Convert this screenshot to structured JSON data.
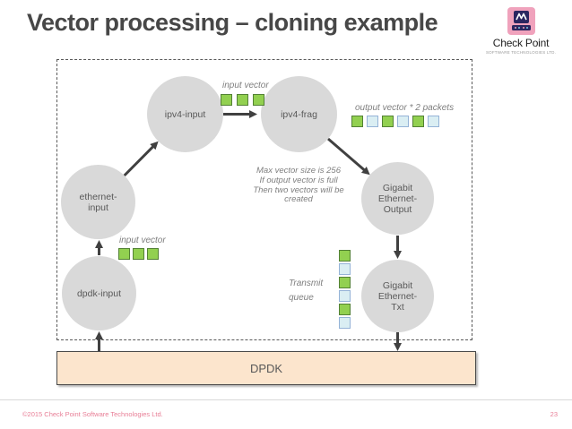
{
  "slide": {
    "title": "Vector processing – cloning example",
    "footer_text": "©2015 Check Point Software Technologies Ltd.",
    "page_number": "23"
  },
  "logo": {
    "brand": "Check Point",
    "tagline": "SOFTWARE TECHNOLOGIES LTD."
  },
  "diagram": {
    "dpdk_label": "DPDK",
    "annotation": "Max vector size is 256\nIf output vector is full\nThen two vectors will be\ncreated",
    "nodes": [
      {
        "id": "ipv4-input",
        "label": "ipv4-input"
      },
      {
        "id": "ipv4-frag",
        "label": "ipv4-frag"
      },
      {
        "id": "ethernet-input",
        "label": "ethernet-\ninput"
      },
      {
        "id": "dpdk-input",
        "label": "dpdk-input"
      },
      {
        "id": "gigabit-ethernet-output",
        "label": "Gigabit\nEthernet-\nOutput"
      },
      {
        "id": "gigabit-ethernet-txt",
        "label": "Gigabit\nEthernet-\nTxt"
      }
    ],
    "vectors": {
      "top_input": {
        "label": "input vector",
        "cells": [
          "green",
          "green",
          "green"
        ]
      },
      "output": {
        "label": "output vector * 2 packets",
        "cells": [
          "green",
          "blue",
          "green",
          "blue",
          "green",
          "blue"
        ]
      },
      "left_input": {
        "label": "input vector",
        "cells": [
          "green",
          "green",
          "green"
        ]
      },
      "transmit_queue": {
        "label": "Transmit\nqueue",
        "cells": [
          "green",
          "blue",
          "green",
          "blue",
          "green",
          "blue"
        ]
      }
    }
  },
  "colors": {
    "packet_green": "#92d050",
    "packet_green_border": "#538135",
    "packet_blue": "#daeef3",
    "packet_blue_border": "#95b3d7",
    "node_fill": "#d9d9d9",
    "node_text": "#595959",
    "arrow": "#404040",
    "dpdk_fill": "#fce5cd",
    "footer_pink": "#e87e96",
    "title_color": "#474747",
    "annotation_color": "#7f7f7f",
    "logo_pink": "#f0a2bc",
    "logo_navy": "#2b2660"
  }
}
